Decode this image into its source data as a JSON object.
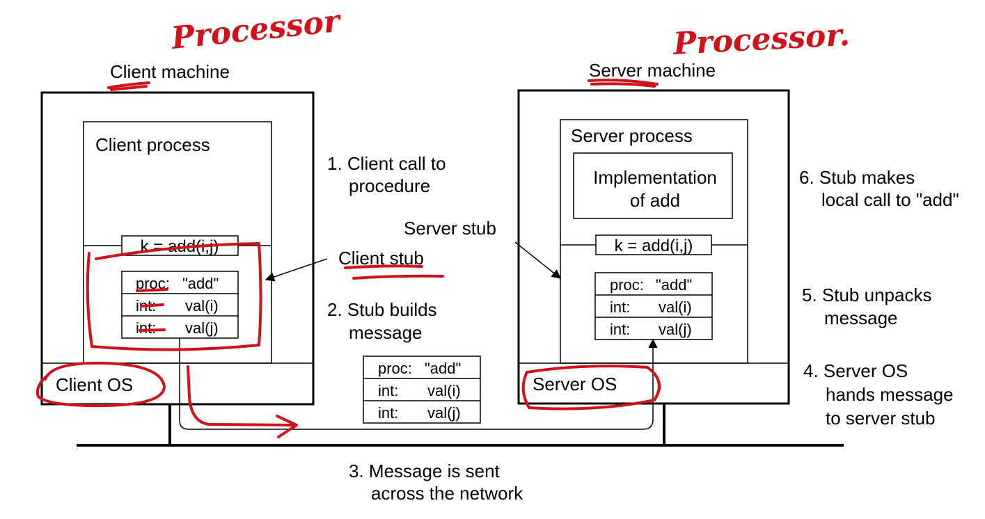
{
  "handwriting": {
    "client_processor": "Processor",
    "server_processor": "Processor."
  },
  "client": {
    "machine_label": "Client machine",
    "process_label": "Client process",
    "call": "k = add(i,j)",
    "message": [
      {
        "field": "proc:",
        "value": "\"add\""
      },
      {
        "field": "int:",
        "value": "val(i)"
      },
      {
        "field": "int:",
        "value": "val(j)"
      }
    ],
    "os_label": "Client OS",
    "stub_label": "Client stub"
  },
  "server": {
    "machine_label": "Server machine",
    "process_label": "Server process",
    "impl_line1": "Implementation",
    "impl_line2": "of add",
    "call": "k = add(i,j)",
    "message": [
      {
        "field": "proc:",
        "value": "\"add\""
      },
      {
        "field": "int:",
        "value": "val(i)"
      },
      {
        "field": "int:",
        "value": "val(j)"
      }
    ],
    "os_label": "Server OS",
    "stub_label": "Server stub"
  },
  "network_message": [
    {
      "field": "proc:",
      "value": "\"add\""
    },
    {
      "field": "int:",
      "value": "val(i)"
    },
    {
      "field": "int:",
      "value": "val(j)"
    }
  ],
  "steps": {
    "s1_l1": "1. Client call to",
    "s1_l2": "procedure",
    "s2_l1": "2. Stub builds",
    "s2_l2": "message",
    "s3_l1": "3. Message is sent",
    "s3_l2": "across the network",
    "s4_l1": "4. Server OS",
    "s4_l2": "hands message",
    "s4_l3": "to server stub",
    "s5_l1": "5. Stub unpacks",
    "s5_l2": "message",
    "s6_l1": "6. Stub makes",
    "s6_l2": "local call to \"add\""
  },
  "colors": {
    "annotation": "#d0121b",
    "line": "#000000"
  }
}
